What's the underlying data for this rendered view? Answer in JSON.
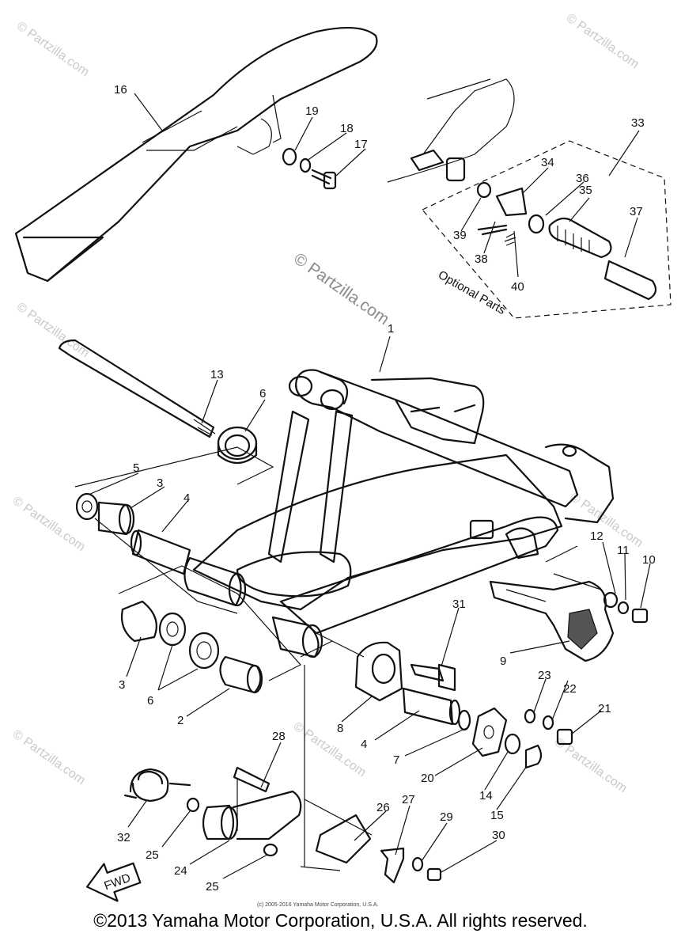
{
  "watermark": "© Partzilla.com",
  "optional_parts_label": "Optional Parts",
  "small_credit": "(c) 2005-2016 Yamaha Motor Corporation, U.S.A.",
  "copyright": "©2013 Yamaha Motor Corporation, U.S.A. All rights reserved.",
  "fwd_label": "FWD",
  "callouts": [
    "1",
    "2",
    "3",
    "3",
    "3",
    "4",
    "4",
    "4",
    "5",
    "6",
    "6",
    "7",
    "8",
    "9",
    "10",
    "11",
    "12",
    "13",
    "14",
    "15",
    "16",
    "17",
    "18",
    "19",
    "20",
    "21",
    "22",
    "23",
    "24",
    "25",
    "25",
    "26",
    "27",
    "28",
    "29",
    "30",
    "31",
    "32",
    "33",
    "34",
    "35",
    "36",
    "37",
    "38",
    "39",
    "40"
  ]
}
